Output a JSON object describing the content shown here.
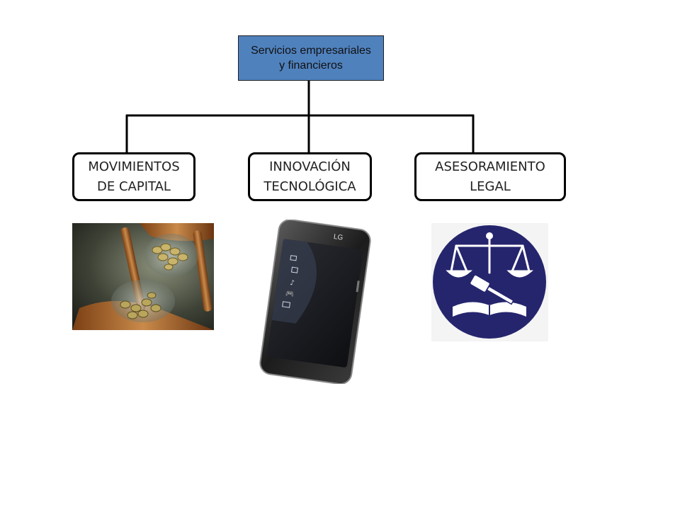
{
  "diagram": {
    "root": {
      "label": "Servicios empresariales\ny financieros",
      "color": "#4f81bd"
    },
    "children": [
      {
        "label": "MOVIMIENTOS\nDE CAPITAL",
        "image": "hourglass-coins-image"
      },
      {
        "label": "INNOVACIÓN\nTECNOLÓGICA",
        "image": "smartphone-image",
        "brand_text": "LG"
      },
      {
        "label": "ASESORAMIENTO\nLEGAL",
        "image": "scales-of-justice-image"
      }
    ]
  }
}
